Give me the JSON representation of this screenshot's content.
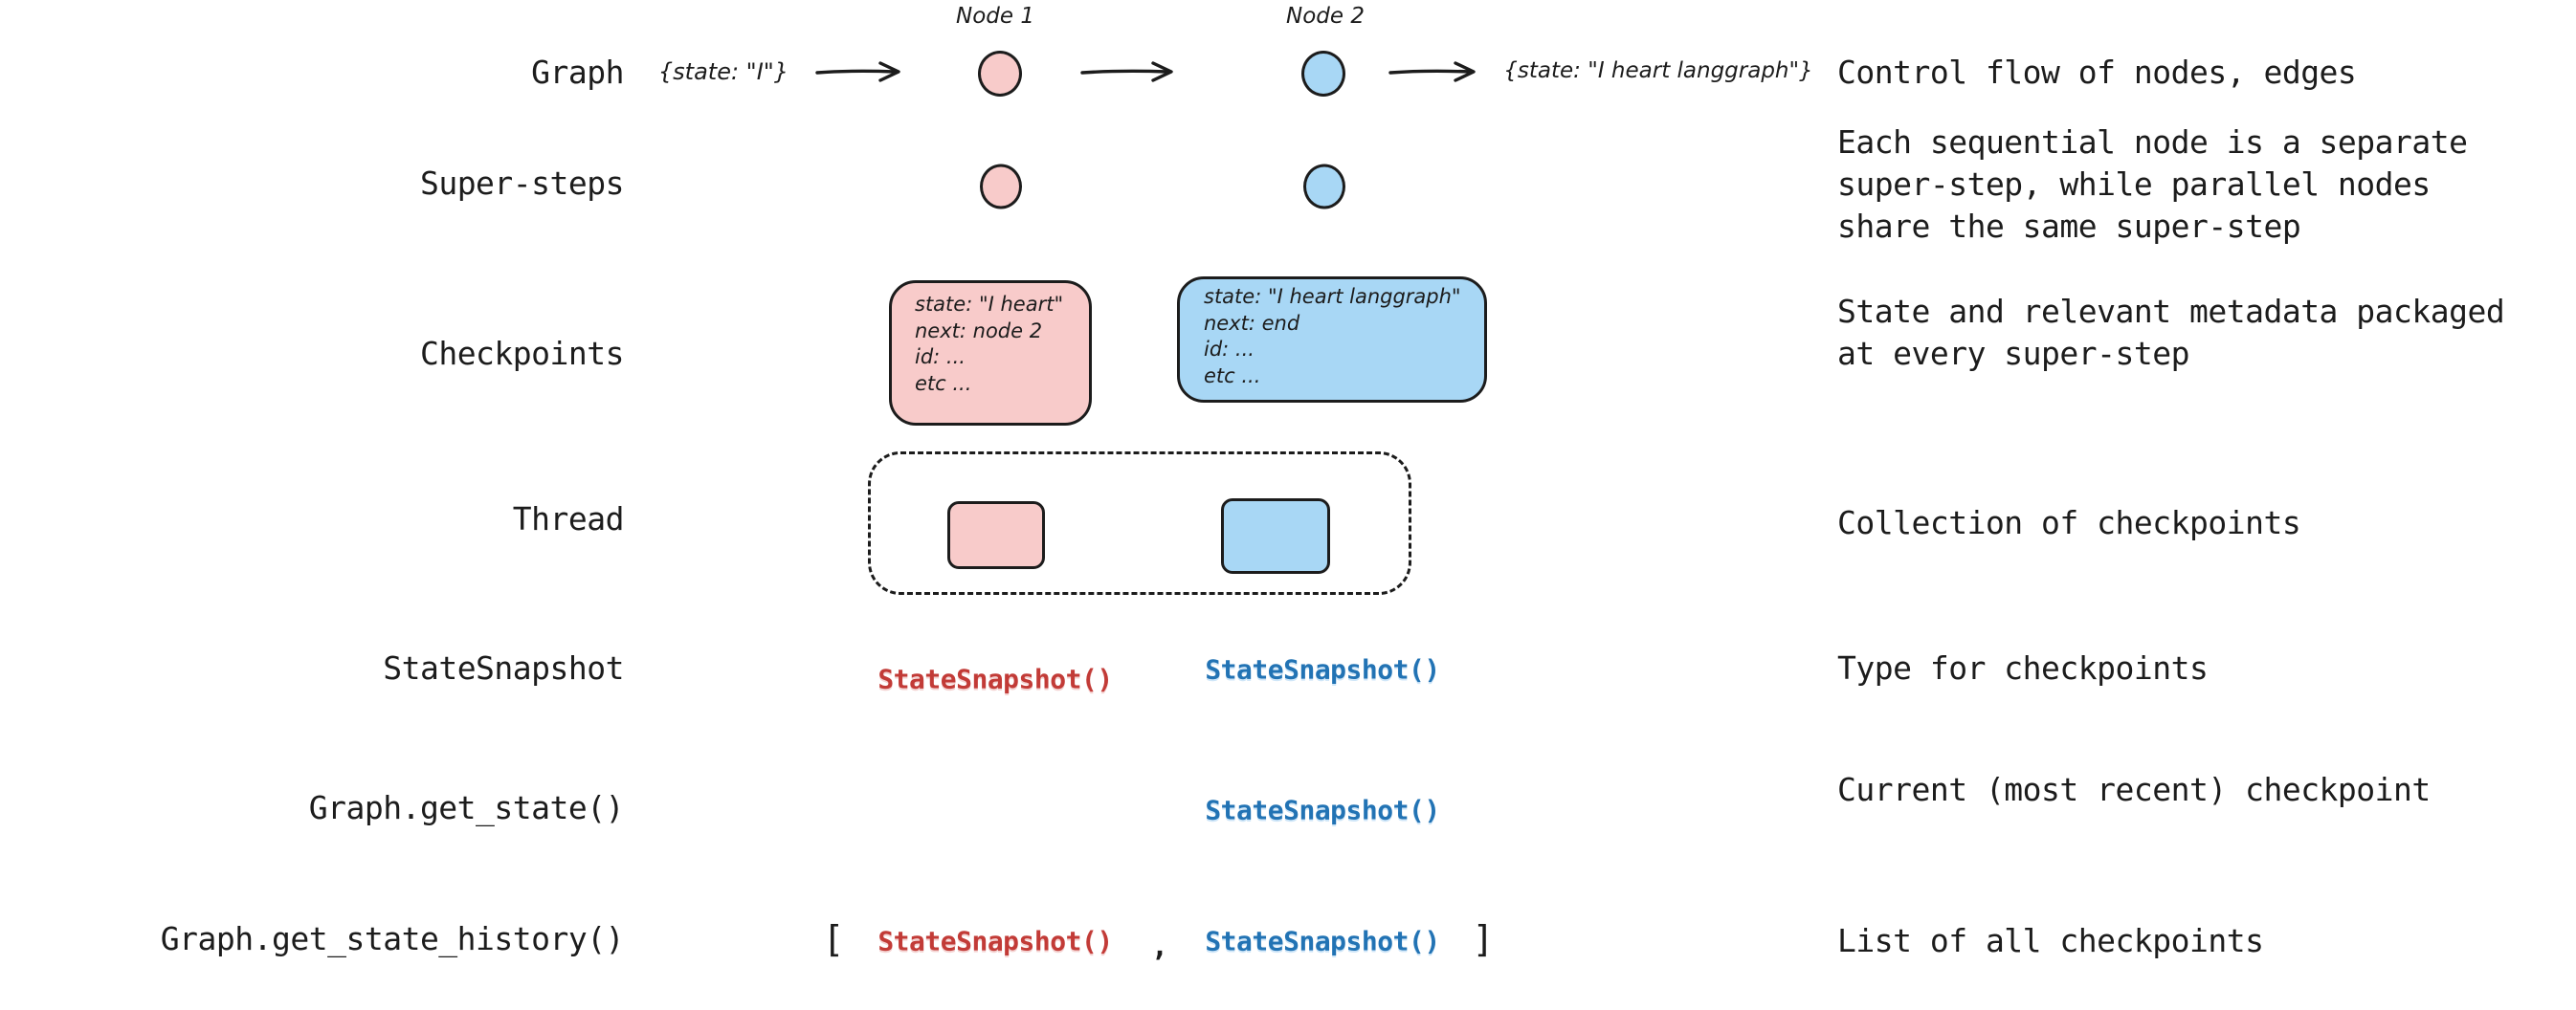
{
  "colors": {
    "background": "#ffffff",
    "ink": "#1c1c1c",
    "node_pink": "#F8CBCA",
    "node_blue": "#A8D7F5",
    "code_red": "#C23B37",
    "code_blue": "#2273B4"
  },
  "rows": {
    "graph": {
      "label": "Graph",
      "node1_label": "Node 1",
      "node2_label": "Node 2",
      "input_state": "{state: \"I\"}",
      "output_state": "{state: \"I heart langgraph\"}",
      "description": "Control flow of nodes, edges"
    },
    "super_steps": {
      "label": "Super-steps",
      "description_lines": [
        "Each sequential node is a separate",
        "super-step, while parallel nodes",
        "share the same super-step"
      ]
    },
    "checkpoints": {
      "label": "Checkpoints",
      "pink_card_lines": [
        "state: \"I heart\"",
        "next: node 2",
        "id: ...",
        "etc ..."
      ],
      "blue_card_lines": [
        "state: \"I heart langgraph\"",
        "next: end",
        "id: ...",
        "etc ..."
      ],
      "description_lines": [
        "State and relevant metadata packaged",
        "at every super-step"
      ]
    },
    "thread": {
      "label": "Thread",
      "description": "Collection of checkpoints"
    },
    "state_snapshot": {
      "label": "StateSnapshot",
      "red_code": "StateSnapshot()",
      "blue_code": "StateSnapshot()",
      "description": "Type for checkpoints"
    },
    "get_state": {
      "label": "Graph.get_state()",
      "blue_code": "StateSnapshot()",
      "description": "Current (most recent) checkpoint"
    },
    "get_state_history": {
      "label": "Graph.get_state_history()",
      "open_bracket": "[",
      "red_code": "StateSnapshot()",
      "comma": ",",
      "blue_code": "StateSnapshot()",
      "close_bracket": "]",
      "description": "List of all checkpoints"
    }
  }
}
